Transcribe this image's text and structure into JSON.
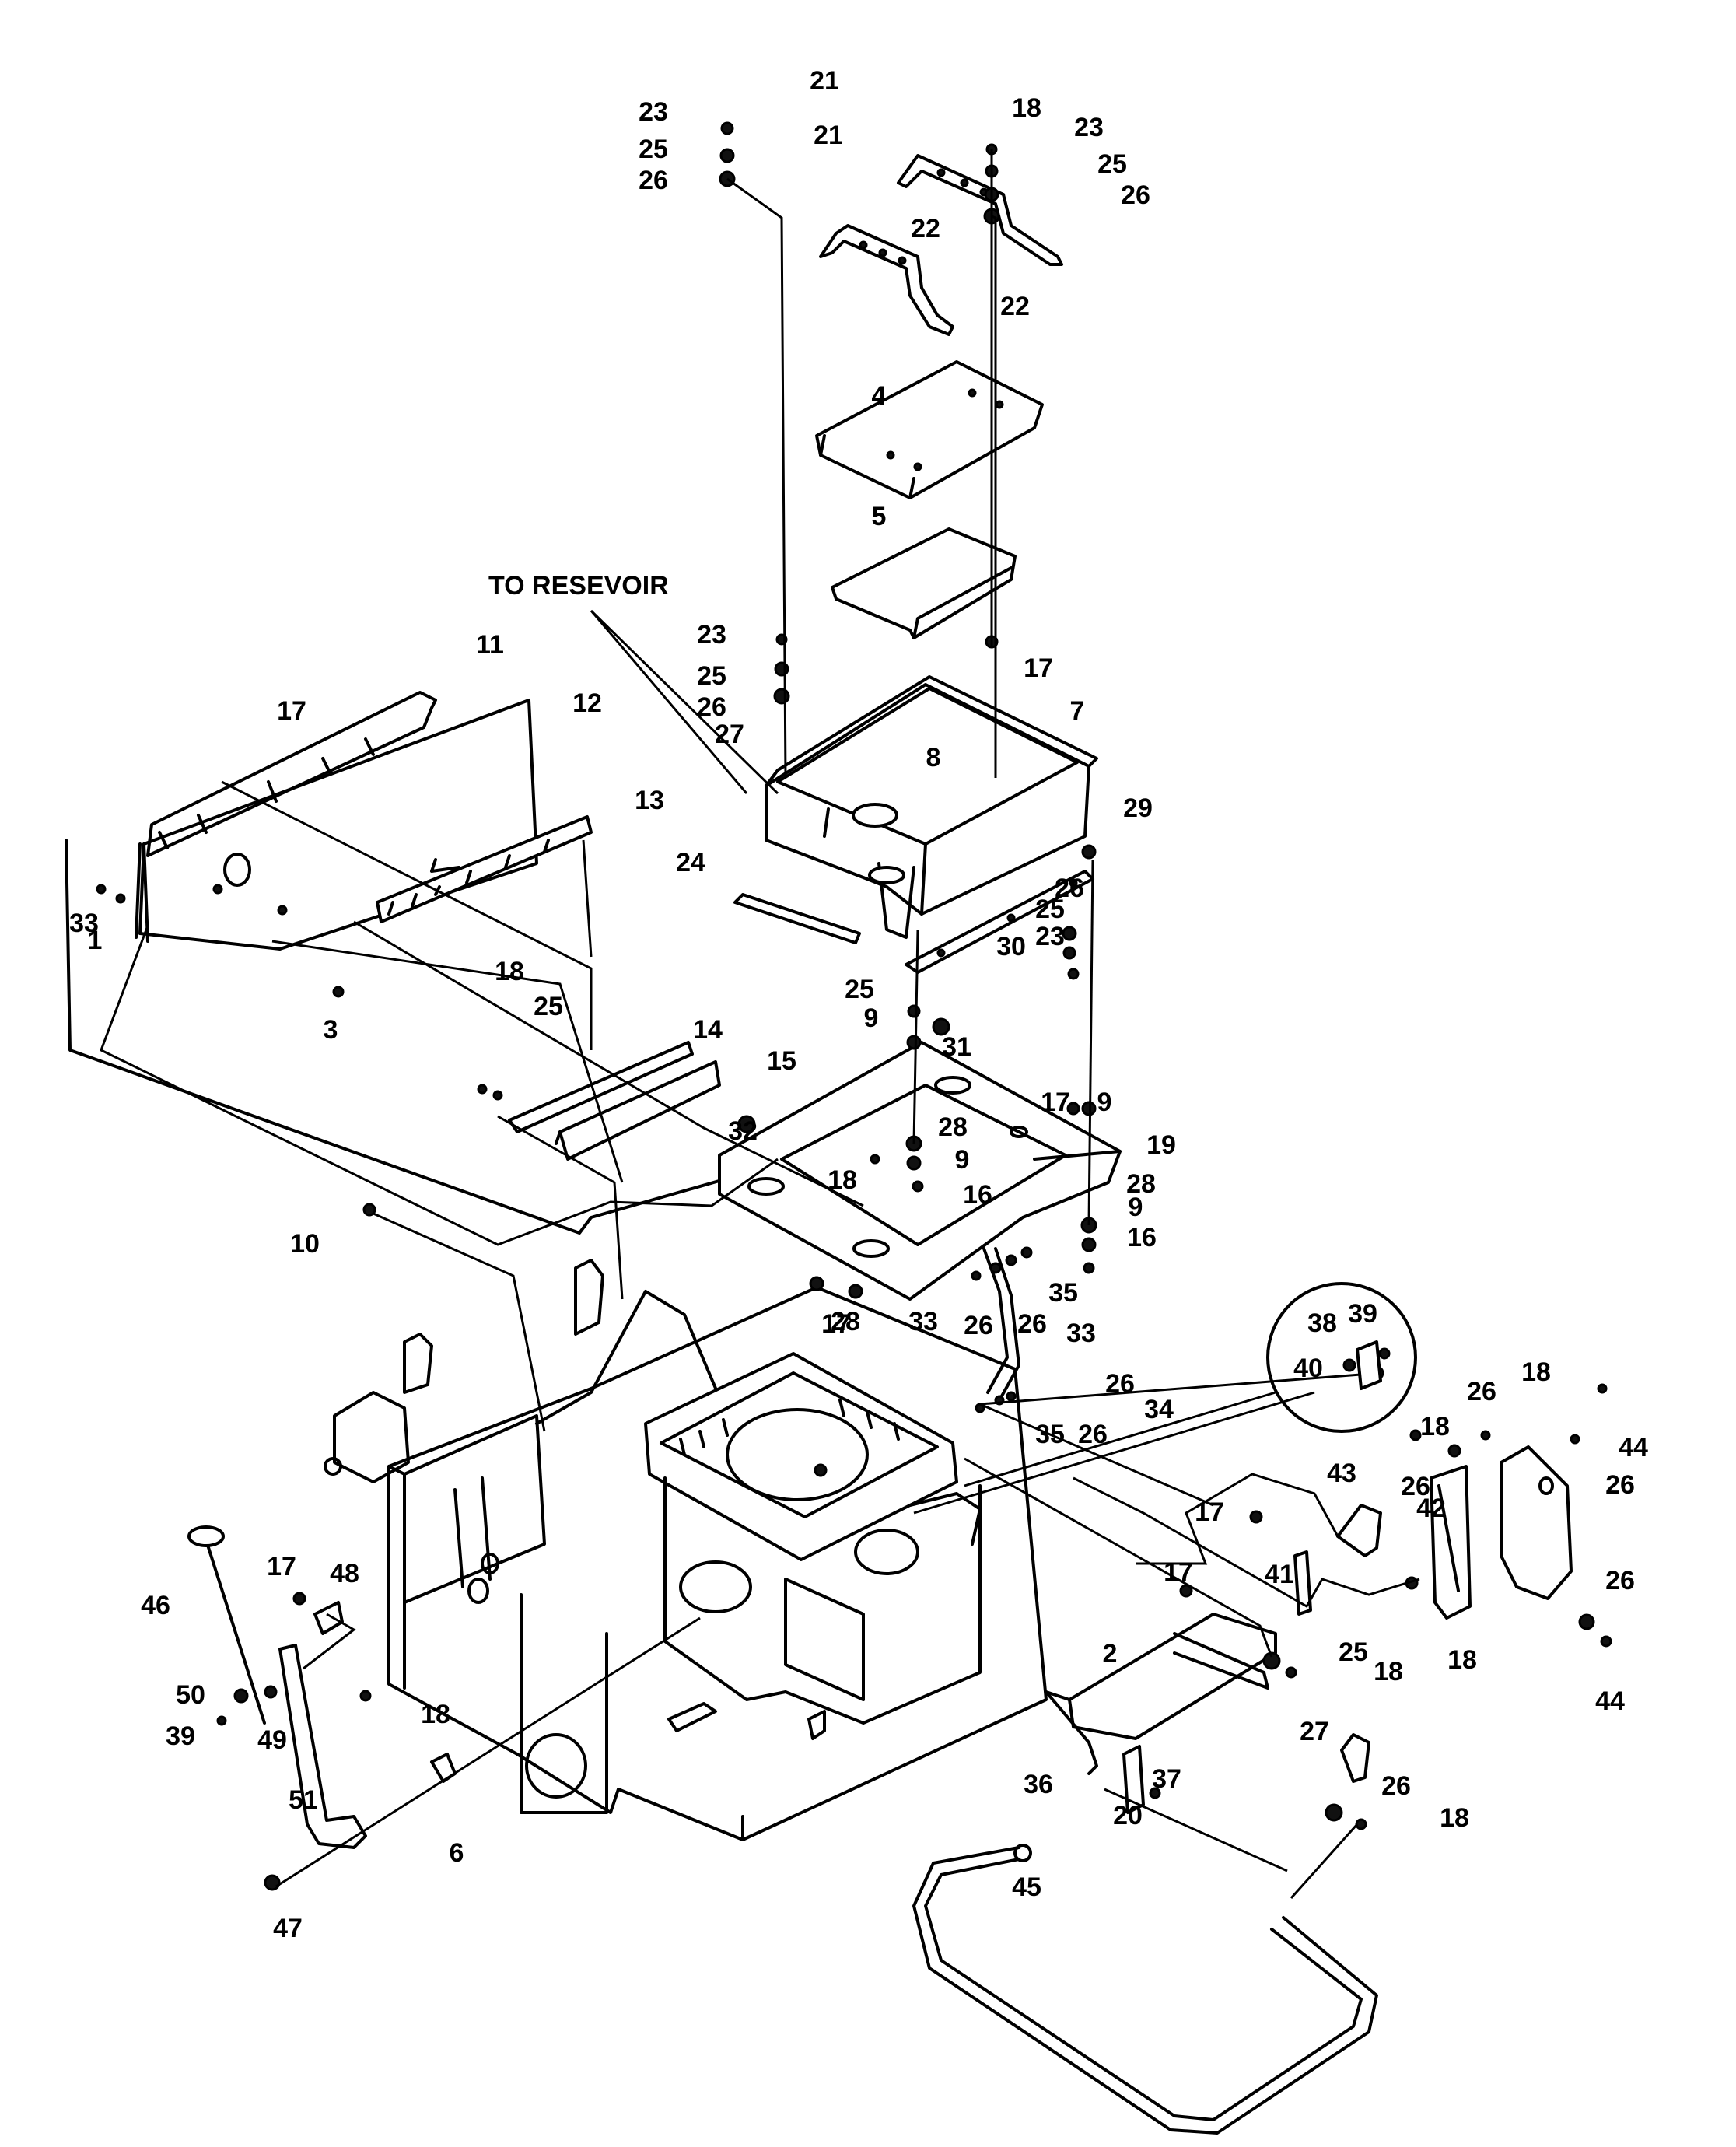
{
  "note": "TO RESEVOIR",
  "callouts": [
    "1",
    "2",
    "3",
    "4",
    "5",
    "6",
    "7",
    "8",
    "9",
    "10",
    "11",
    "12",
    "13",
    "14",
    "15",
    "16",
    "17",
    "18",
    "19",
    "20",
    "21",
    "22",
    "23",
    "24",
    "25",
    "26",
    "27",
    "28",
    "29",
    "30",
    "31",
    "32",
    "33",
    "34",
    "35",
    "36",
    "37",
    "38",
    "39",
    "40",
    "41",
    "42",
    "43",
    "44",
    "45",
    "46",
    "47",
    "48",
    "49",
    "50",
    "51"
  ],
  "labels": [
    "23",
    "25",
    "26",
    "21",
    "22",
    "21",
    "18",
    "23",
    "25",
    "26",
    "22",
    "4",
    "5",
    "17",
    "TO RESEVOIR",
    "23",
    "25",
    "26",
    "27",
    "7",
    "8",
    "11",
    "12",
    "17",
    "13",
    "24",
    "29",
    "33",
    "1",
    "3",
    "18",
    "25",
    "14",
    "15",
    "26",
    "25",
    "23",
    "30",
    "25",
    "9",
    "31",
    "17",
    "9",
    "19",
    "32",
    "28",
    "9",
    "18",
    "16",
    "28",
    "9",
    "16",
    "10",
    "17",
    "28",
    "33",
    "26",
    "26",
    "35",
    "33",
    "26",
    "34",
    "35",
    "26",
    "38",
    "39",
    "40",
    "18",
    "26",
    "44",
    "18",
    "26",
    "26",
    "17",
    "43",
    "42",
    "17",
    "41",
    "25",
    "18",
    "18",
    "26",
    "44",
    "2",
    "36",
    "37",
    "20",
    "27",
    "26",
    "18",
    "45",
    "17",
    "48",
    "46",
    "50",
    "49",
    "39",
    "18",
    "51",
    "6",
    "47"
  ]
}
